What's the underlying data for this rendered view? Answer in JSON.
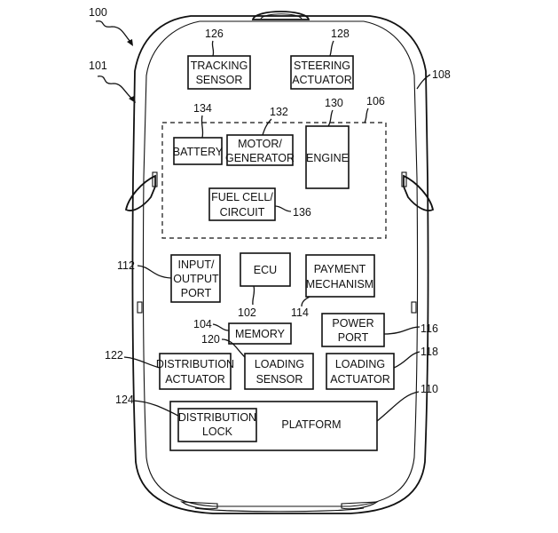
{
  "figure": {
    "ref_numbers": {
      "r100": "100",
      "r101": "101",
      "r102": "102",
      "r104": "104",
      "r106": "106",
      "r108": "108",
      "r110": "110",
      "r112": "112",
      "r114": "114",
      "r116": "116",
      "r118": "118",
      "r120": "120",
      "r122": "122",
      "r124": "124",
      "r126": "126",
      "r128": "128",
      "r130": "130",
      "r132": "132",
      "r134": "134",
      "r136": "136"
    },
    "blocks": {
      "tracking_sensor": [
        "TRACKING",
        "SENSOR"
      ],
      "steering_actuator": [
        "STEERING",
        "ACTUATOR"
      ],
      "battery": [
        "BATTERY"
      ],
      "motor_generator": [
        "MOTOR/",
        "GENERATOR"
      ],
      "engine": [
        "ENGINE"
      ],
      "fuel_cell": [
        "FUEL CELL/",
        "CIRCUIT"
      ],
      "io_port": [
        "INPUT/",
        "OUTPUT",
        "PORT"
      ],
      "ecu": [
        "ECU"
      ],
      "payment": [
        "PAYMENT",
        "MECHANISM"
      ],
      "memory": [
        "MEMORY"
      ],
      "power_port": [
        "POWER",
        "PORT"
      ],
      "distribution_actuator": [
        "DISTRIBUTION",
        "ACTUATOR"
      ],
      "loading_sensor": [
        "LOADING",
        "SENSOR"
      ],
      "loading_actuator": [
        "LOADING",
        "ACTUATOR"
      ],
      "distribution_lock": [
        "DISTRIBUTION",
        "LOCK"
      ],
      "platform": [
        "PLATFORM"
      ]
    }
  }
}
